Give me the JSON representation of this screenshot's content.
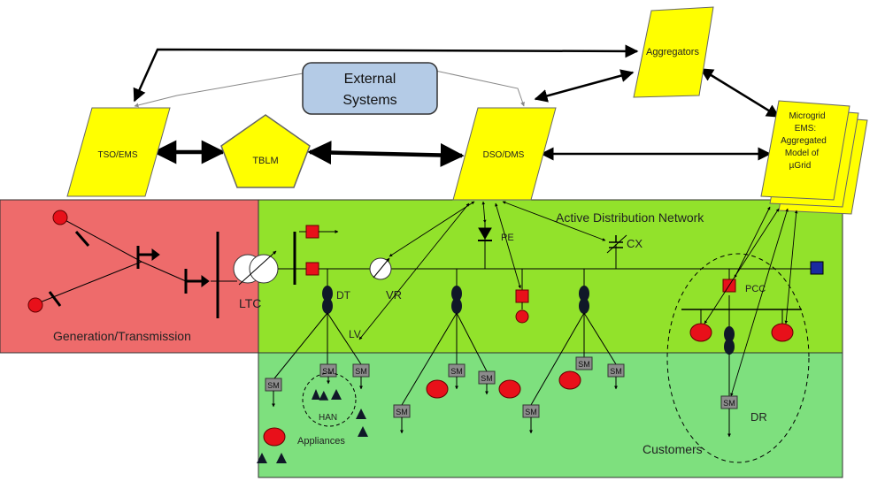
{
  "labels": {
    "aggregators": "Aggregators",
    "external_systems_line1": "External",
    "external_systems_line2": "Systems",
    "tso": "TSO/EMS",
    "tblm": "TBLM",
    "dso": "DSO/DMS",
    "microgrid_line1": "Microgrid",
    "microgrid_line2": "EMS:",
    "microgrid_line3": "Aggregated",
    "microgrid_line4": "Model of",
    "microgrid_line5": "µGrid",
    "active_distribution_network": "Active Distribution Network",
    "generation_transmission": "Generation/Transmission",
    "customers": "Customers",
    "ltc": "LTC",
    "dt": "DT",
    "vr": "VR",
    "lv": "LV",
    "pe": "PE",
    "cx": "CX",
    "pcc": "PCC",
    "dr": "DR",
    "han": "HAN",
    "appliances": "Appliances",
    "sm": "SM"
  },
  "colors": {
    "generation_zone": "#ee6b6b",
    "distribution_zone": "#92e22b",
    "customer_zone": "#7ee07e",
    "system_box": "#ffff00",
    "external_box": "#b4cbe6",
    "der_red": "#e8101a",
    "smart_meter": "#8c8c8c",
    "blue_node": "#1a2aa0"
  }
}
